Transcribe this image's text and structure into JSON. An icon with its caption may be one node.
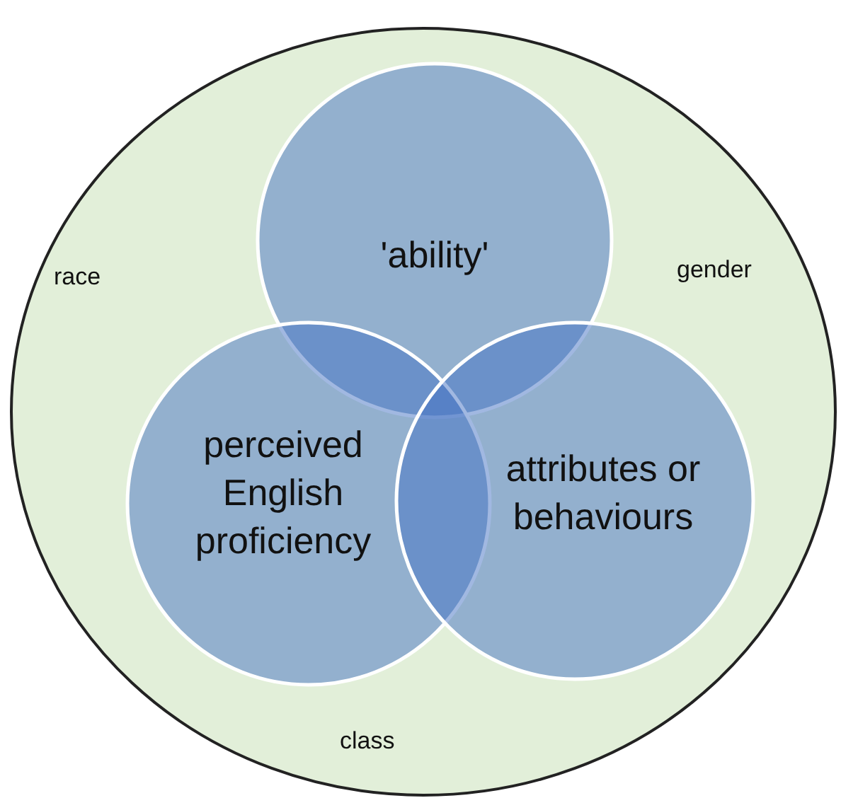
{
  "diagram": {
    "nodes": [
      {
        "text": [
          "race",
          "gender",
          "class"
        ]
      },
      {
        "text": [
          "'ability'"
        ],
        "in": 0
      },
      {
        "text": [
          "perceived English proficiency"
        ],
        "in": 0
      },
      {
        "text": [
          "attributes or behaviours"
        ],
        "in": 0
      }
    ],
    "edges": []
  }
}
